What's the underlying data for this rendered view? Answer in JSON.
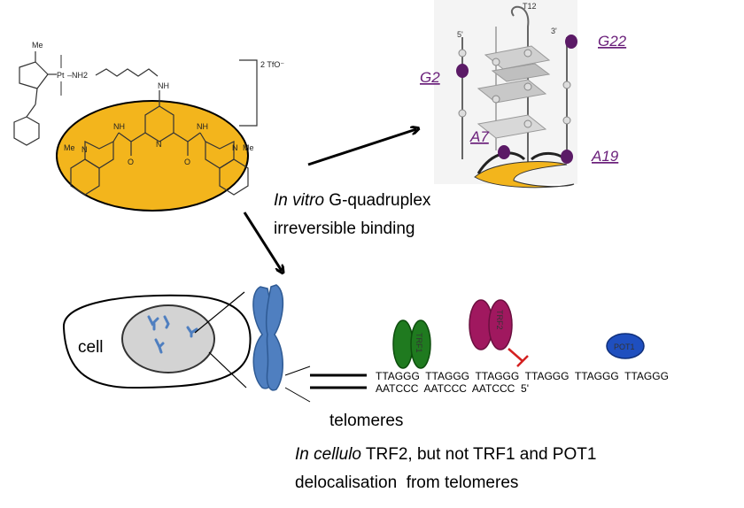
{
  "molecule": {
    "me_top": "Me",
    "pt_label": "Pt",
    "nh2_label": "–NH2",
    "nh_label": "NH",
    "counterion": "2 TfO⁻",
    "n_label": "N",
    "me_left": "Me",
    "me_right": "Me",
    "amide_left": "NH",
    "amide_right": "NH",
    "o_label": "O"
  },
  "quadruplex": {
    "loop_label": "T12",
    "five_prime": "5'",
    "three_prime": "3'",
    "sites": [
      "G2",
      "G22",
      "A7",
      "A19"
    ]
  },
  "captions": {
    "invitro_italic": "In vitro",
    "invitro_rest": " G-quadruplex",
    "invitro_line2": "irreversible binding",
    "cell": "cell",
    "telomeres": "telomeres",
    "incellulo_italic": "In cellulo",
    "incellulo_rest": " TRF2, but not TRF1 and POT1",
    "incellulo_line2": "delocalisation  from telomeres"
  },
  "proteins": {
    "trf1": "TRF1",
    "trf2": "TRF2",
    "pot1": "POT1"
  },
  "sequence": {
    "top": "TTAGGG  TTAGGG  TTAGGG  TTAGGG  TTAGGG  TTAGGG",
    "bottom": "AATCCC  AATCCC  AATCCC  5'"
  },
  "colors": {
    "molecule_fill": "#f3b51c",
    "site_marker": "#5b1a66",
    "trf1": "#1f7a1f",
    "trf2": "#a0185f",
    "pot1": "#1f4fbf",
    "chromosome": "#4f7fc0",
    "inhibition": "#d42020"
  }
}
